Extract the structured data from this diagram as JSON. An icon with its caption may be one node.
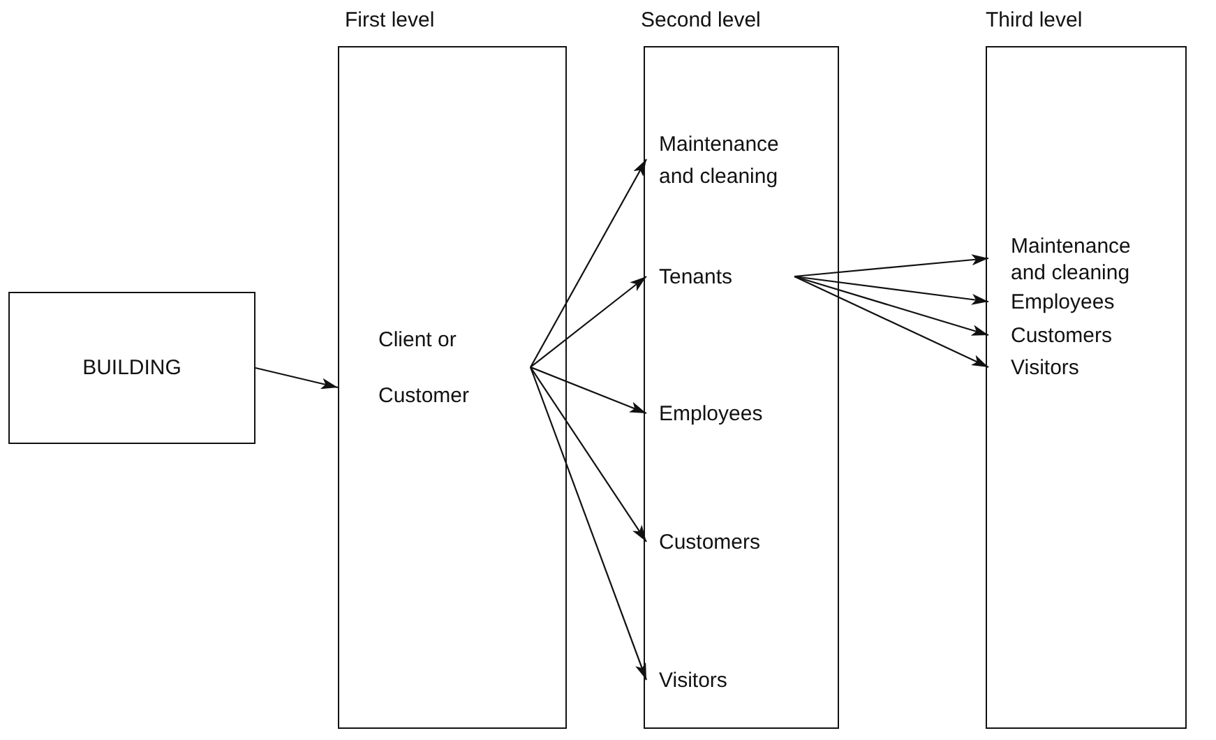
{
  "diagram": {
    "nodes": [
      {
        "text": [
          "BUILDING"
        ]
      },
      {
        "text": [
          "First level"
        ]
      },
      {
        "text": [
          "Client or Customer"
        ],
        "in": 1
      },
      {
        "text": [
          "Second level"
        ]
      },
      {
        "text": [
          "Maintenance and cleaning"
        ],
        "in": 3
      },
      {
        "text": [
          "Tenants"
        ],
        "in": 3
      },
      {
        "text": [
          "Employees"
        ],
        "in": 3
      },
      {
        "text": [
          "Customers"
        ],
        "in": 3
      },
      {
        "text": [
          "Visitors"
        ],
        "in": 3
      },
      {
        "text": [
          "Third level"
        ]
      },
      {
        "text": [
          "Maintenance and cleaning"
        ],
        "in": 9
      },
      {
        "text": [
          "Employees"
        ],
        "in": 9
      },
      {
        "text": [
          "Customers"
        ],
        "in": 9
      },
      {
        "text": [
          "Visitors"
        ],
        "in": 9
      }
    ],
    "edges": [
      {
        "from": 0,
        "to": 1,
        "arrow": "to"
      },
      {
        "from": 2,
        "to": 4,
        "arrow": "to"
      },
      {
        "from": 2,
        "to": 5,
        "arrow": "to"
      },
      {
        "from": 2,
        "to": 6,
        "arrow": "to"
      },
      {
        "from": 2,
        "to": 7,
        "arrow": "to"
      },
      {
        "from": 2,
        "to": 8,
        "arrow": "to"
      },
      {
        "from": 5,
        "to": 10,
        "arrow": "to"
      },
      {
        "from": 5,
        "to": 11,
        "arrow": "to"
      },
      {
        "from": 5,
        "to": 12,
        "arrow": "to"
      },
      {
        "from": 5,
        "to": 13,
        "arrow": "to"
      }
    ]
  }
}
